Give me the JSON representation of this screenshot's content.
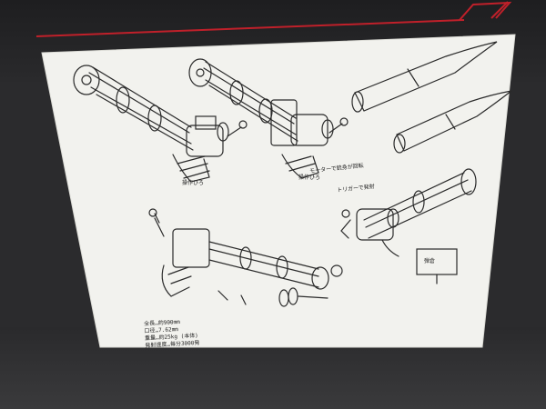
{
  "colors": {
    "paper": "#f2f2ee",
    "ink": "#2a2a2a",
    "wall": "#2b2b2d",
    "accent_stripe": "#c0202a"
  },
  "sheet": {
    "caption_left": "操作ひろ",
    "caption_mid": "操作ひろ",
    "note_rotate": "モーターで銃身が回転",
    "note_fire": "トリガーで発射",
    "note_box": "弾倉",
    "specs": [
      "全長…約900mm",
      "口径…7.62mm",
      "重量…約25kg (本体)",
      "発射速度…毎分3000発"
    ]
  }
}
